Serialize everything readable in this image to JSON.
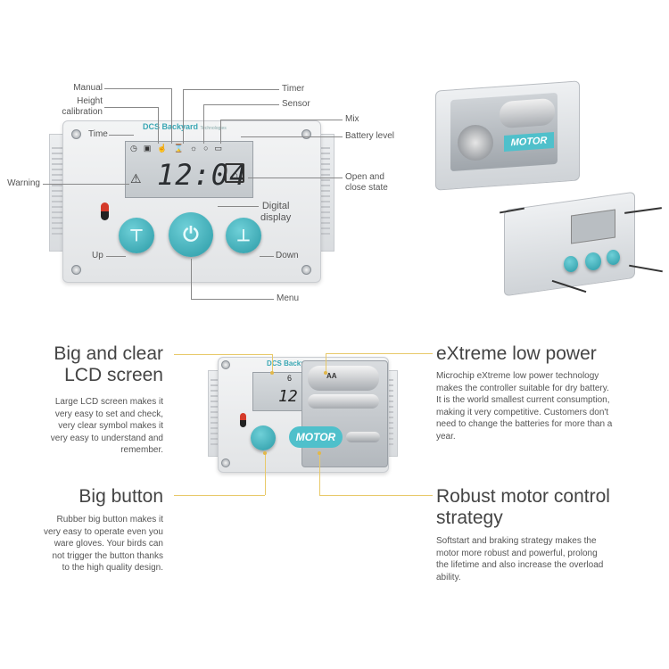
{
  "diagram": {
    "brand": "DCS Backyard",
    "brand_sub": "Technologies",
    "time_display": "12:04",
    "labels": {
      "manual": "Manual",
      "height_calibration": "Height\ncalibration",
      "time": "Time",
      "warning": "Warning",
      "timer": "Timer",
      "sensor": "Sensor",
      "mix": "Mix",
      "battery_level": "Battery level",
      "open_close_state": "Open and\nclose state",
      "digital_display": "Digital\ndisplay",
      "up": "Up",
      "down": "Down",
      "menu": "Menu"
    }
  },
  "motor_label": "MOTOR",
  "inner_motor_label": "MOTOR",
  "inner_lcd_digit": "6",
  "inner_time": "12",
  "battery_label": "AA",
  "features": {
    "lcd": {
      "title": "Big and clear\nLCD screen",
      "text": "Large LCD screen makes it\nvery easy to set and check,\nvery clear symbol makes it\nvery easy to understand and\nremember."
    },
    "power": {
      "title": "eXtreme low power",
      "text": "Microchip eXtreme low power technology\nmakes the controller suitable for dry battery.\nIt is the world smallest current consumption,\nmaking it very competitive. Customers don't\nneed to change the batteries for more than a\nyear."
    },
    "button": {
      "title": "Big button",
      "text": "Rubber big button makes it\nvery easy to operate even you\nware  gloves. Your birds can\nnot trigger the button thanks\nto the high quality design."
    },
    "motor": {
      "title": "Robust motor control\nstrategy",
      "text": "Softstart and braking strategy makes the\nmotor more robust and powerful, prolong\nthe lifetime and also increase the overload\nability."
    }
  }
}
